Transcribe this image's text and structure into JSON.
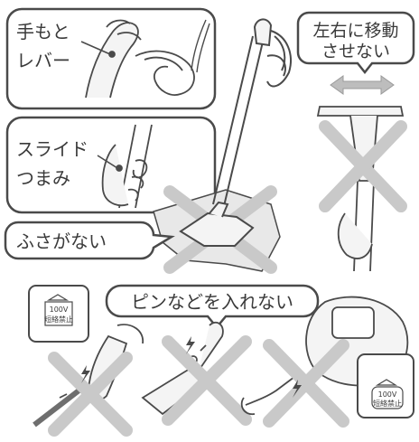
{
  "callouts": {
    "hand_lever": {
      "line1": "手もと",
      "line2": "レバー"
    },
    "slide_knob": {
      "line1": "スライド",
      "line2": "つまみ"
    },
    "no_cover": "ふさがない",
    "no_side_move": {
      "line1": "左右に移動",
      "line2": "させない"
    },
    "no_pins": "ピンなどを入れない"
  },
  "plates": {
    "plate_left": {
      "line1": "100V",
      "line2": "短絡禁止"
    },
    "plate_right": {
      "line1": "100V",
      "line2": "短絡禁止"
    }
  },
  "colors": {
    "prohibit_x": "#c9c9c9",
    "line": "#4a4a4a",
    "text": "#3a3a3a",
    "hatch": "#e6e6e6"
  }
}
